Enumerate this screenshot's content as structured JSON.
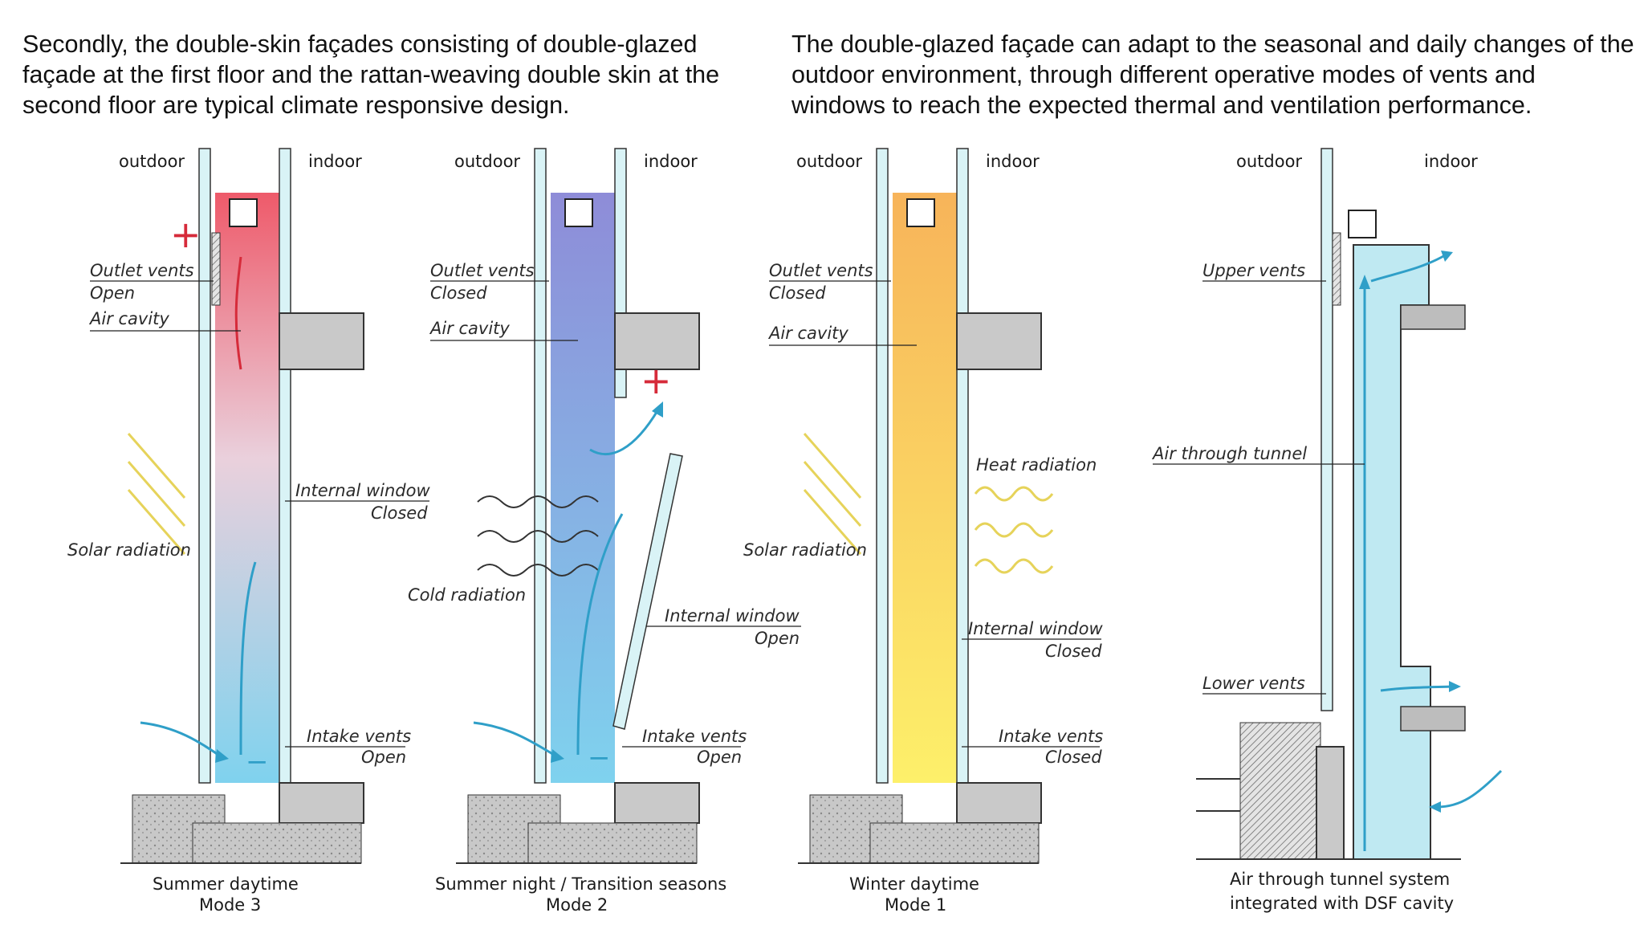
{
  "intro": {
    "left": "Secondly, the double-skin façades consisting of double-glazed façade at the first floor and the rattan-weaving double skin at the second floor are typical climate responsive design.",
    "right": "The double-glazed façade can adapt to the seasonal and daily changes of the outdoor environment, through different operative modes of vents and windows to reach the expected thermal and ventilation performance."
  },
  "panels": [
    {
      "outdoor": "outdoor",
      "indoor": "indoor",
      "outlet_label": "Outlet vents",
      "outlet_state": "Open",
      "cavity": "Air cavity",
      "window_label": "Internal window",
      "window_state": "Closed",
      "solar": "Solar radiation",
      "intake_label": "Intake vents",
      "intake_state": "Open",
      "caption1": "Summer daytime",
      "caption2": "Mode 3",
      "gradient_top": "#ee5a6a",
      "gradient_bottom": "#7fd2ee"
    },
    {
      "outdoor": "outdoor",
      "indoor": "indoor",
      "outlet_label": "Outlet vents",
      "outlet_state": "Closed",
      "cavity": "Air cavity",
      "cold": "Cold radiation",
      "window_label": "Internal window",
      "window_state": "Open",
      "intake_label": "Intake vents",
      "intake_state": "Open",
      "caption1": "Summer night / Transition seasons",
      "caption2": "Mode 2",
      "gradient_top": "#8e8cd8",
      "gradient_bottom": "#7fd2ee"
    },
    {
      "outdoor": "outdoor",
      "indoor": "indoor",
      "outlet_label": "Outlet vents",
      "outlet_state": "Closed",
      "cavity": "Air cavity",
      "heat": "Heat radiation",
      "solar": "Solar radiation",
      "window_label": "Internal window",
      "window_state": "Closed",
      "intake_label": "Intake vents",
      "intake_state": "Closed",
      "caption1": "Winter daytime",
      "caption2": "Mode 1",
      "gradient_top": "#f7b45a",
      "gradient_bottom": "#fdf06a"
    },
    {
      "outdoor": "outdoor",
      "indoor": "indoor",
      "upper": "Upper vents",
      "tunnel": "Air through tunnel",
      "lower": "Lower vents",
      "caption1": "Air through tunnel system",
      "caption2": "integrated with DSF cavity",
      "fill": "#bfe9f2"
    }
  ],
  "colors": {
    "airflow": "#2f9fc8",
    "heat_plus": "#d62b3a",
    "sun": "#e6d35a"
  }
}
